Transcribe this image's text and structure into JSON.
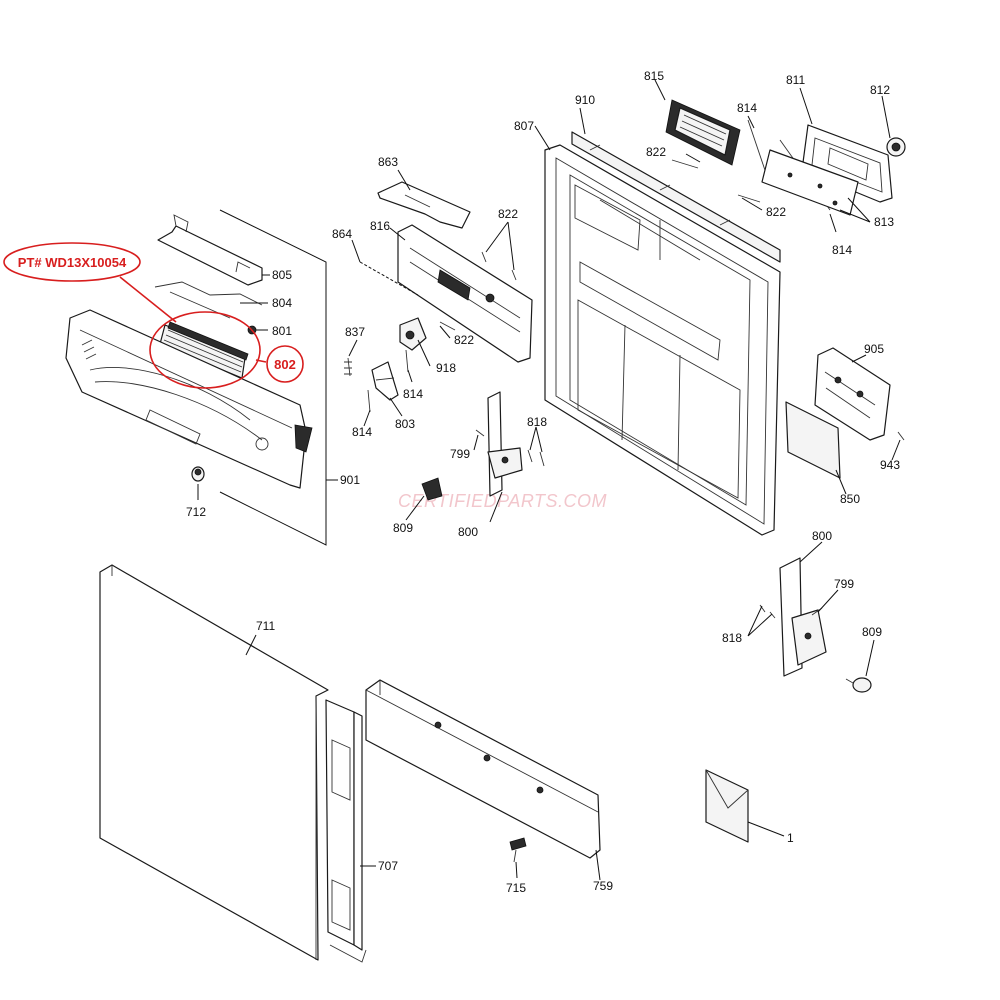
{
  "callout": {
    "part_number_label": "PT# WD13X10054",
    "highlighted_part": "802"
  },
  "watermark": "CERTIFIEDPARTS.COM",
  "labels": {
    "p1": "1",
    "p707": "707",
    "p711": "711",
    "p712": "712",
    "p715": "715",
    "p759": "759",
    "p799a": "799",
    "p799b": "799",
    "p800a": "800",
    "p800b": "800",
    "p801": "801",
    "p803": "803",
    "p804": "804",
    "p805": "805",
    "p807": "807",
    "p809a": "809",
    "p809b": "809",
    "p811": "811",
    "p812": "812",
    "p813": "813",
    "p814a": "814",
    "p814b": "814",
    "p814c": "814",
    "p814d": "814",
    "p815": "815",
    "p816": "816",
    "p818a": "818",
    "p818b": "818",
    "p822a": "822",
    "p822b": "822",
    "p822c": "822",
    "p822d": "822",
    "p837": "837",
    "p850": "850",
    "p863": "863",
    "p864": "864",
    "p901": "901",
    "p905": "905",
    "p910": "910",
    "p918": "918",
    "p943": "943"
  },
  "colors": {
    "callout_red": "#d81e1e",
    "watermark": "#f2c6cc",
    "line": "#1a1a1a"
  }
}
